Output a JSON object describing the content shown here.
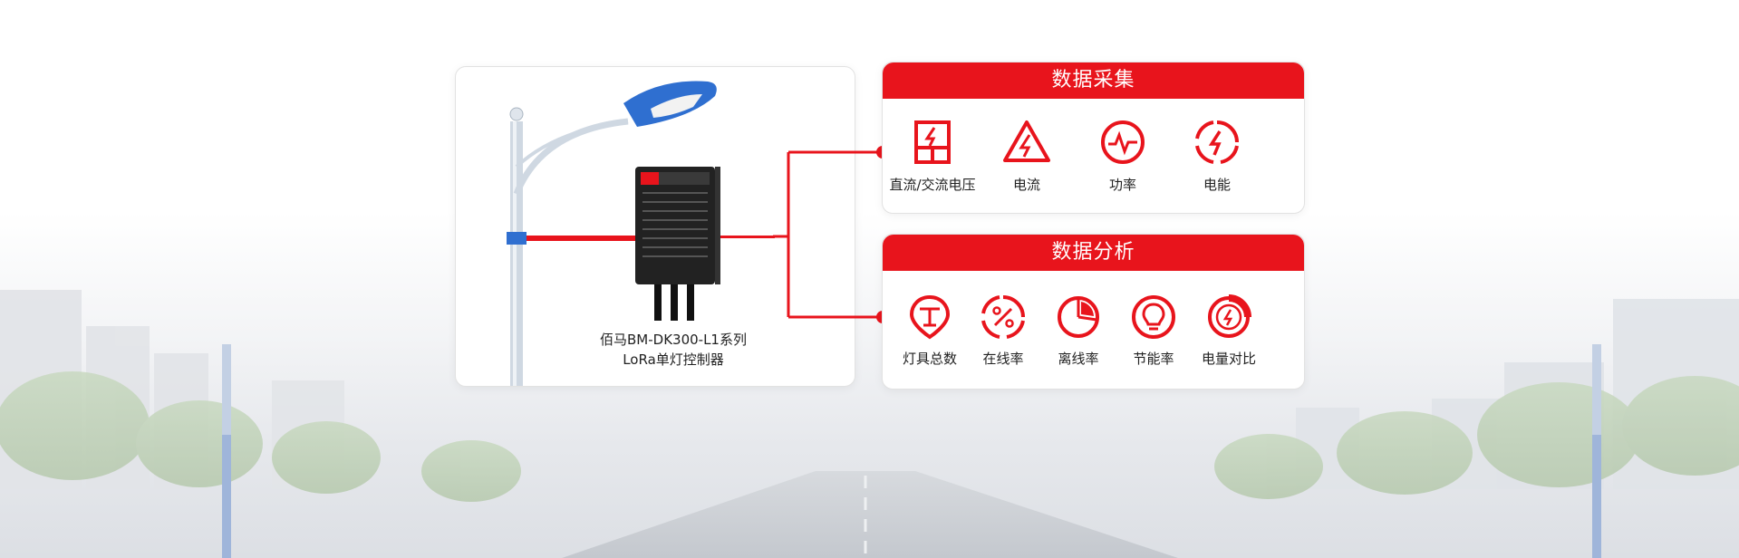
{
  "product": {
    "line1": "佰马BM-DK300-L1系列",
    "line2": "LoRa单灯控制器"
  },
  "panels": [
    {
      "title": "数据采集",
      "items": [
        {
          "label": "直流/交流电压",
          "icon": "voltage-icon"
        },
        {
          "label": "电流",
          "icon": "current-icon"
        },
        {
          "label": "功率",
          "icon": "power-icon"
        },
        {
          "label": "电能",
          "icon": "energy-icon"
        }
      ]
    },
    {
      "title": "数据分析",
      "items": [
        {
          "label": "灯具总数",
          "icon": "lamp-total-icon"
        },
        {
          "label": "在线率",
          "icon": "online-rate-icon"
        },
        {
          "label": "离线率",
          "icon": "offline-rate-icon"
        },
        {
          "label": "节能率",
          "icon": "energy-saving-icon"
        },
        {
          "label": "电量对比",
          "icon": "power-compare-icon"
        }
      ]
    }
  ],
  "colors": {
    "accent": "#e8141c",
    "pole": "#c9d3de",
    "lamp_blue": "#2f6fd0"
  }
}
